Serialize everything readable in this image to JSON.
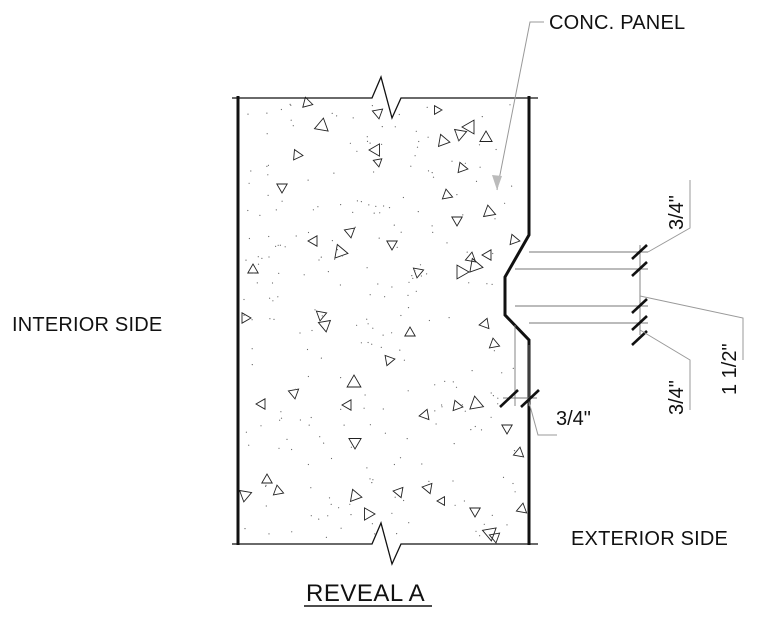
{
  "drawing": {
    "title": "REVEAL A",
    "labels": {
      "panel": "CONC. PANEL",
      "interior": "INTERIOR SIDE",
      "exterior": "EXTERIOR SIDE"
    },
    "dimensions": {
      "top_three_quarter": "3/4\"",
      "right_three_quarter": "3/4\"",
      "overall": "1 1/2\"",
      "depth_three_quarter": "3/4\""
    }
  }
}
